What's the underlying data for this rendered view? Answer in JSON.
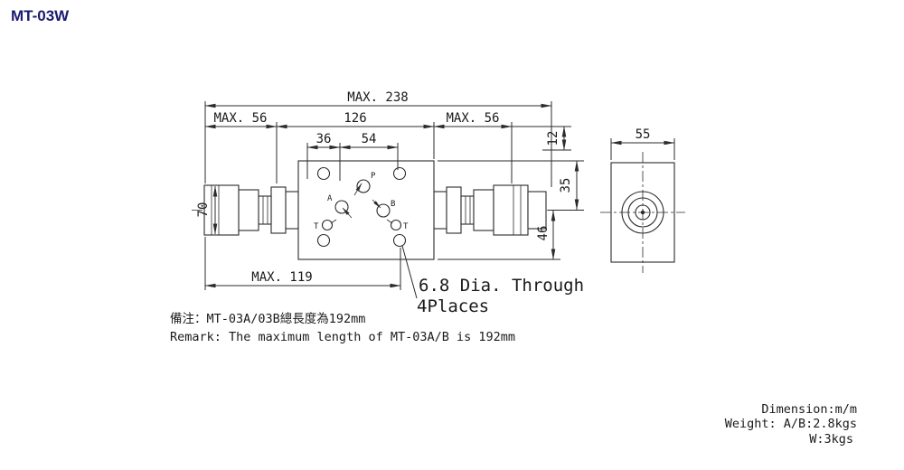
{
  "title": "MT-03W",
  "colors": {
    "title": "#1b1b70",
    "line": "#2b2b2b",
    "text": "#1a1a1a",
    "background": "#ffffff"
  },
  "front_view": {
    "dims": {
      "total": "MAX. 238",
      "left56": "MAX. 56",
      "mid126": "126",
      "right56": "MAX. 56",
      "d36": "36",
      "d54": "54",
      "d12": "12",
      "d35": "35",
      "d46": "46",
      "d70": "70",
      "bottom119": "MAX. 119"
    },
    "ports": {
      "p": "P",
      "a": "A",
      "b": "B",
      "t_left": "T",
      "t_right": "T"
    }
  },
  "side_view": {
    "dims": {
      "width": "55"
    }
  },
  "callout": {
    "line1": "6.8 Dia. Through",
    "line2": "4Places"
  },
  "remark": {
    "zh": "備注：MT-03A/03B總長度為192mm",
    "en": "Remark: The maximum length of MT-03A/B is 192mm"
  },
  "footer": {
    "dimension": "Dimension:m/m",
    "weight_ab": "Weight: A/B:2.8kgs",
    "weight_w": "W:3kgs"
  }
}
